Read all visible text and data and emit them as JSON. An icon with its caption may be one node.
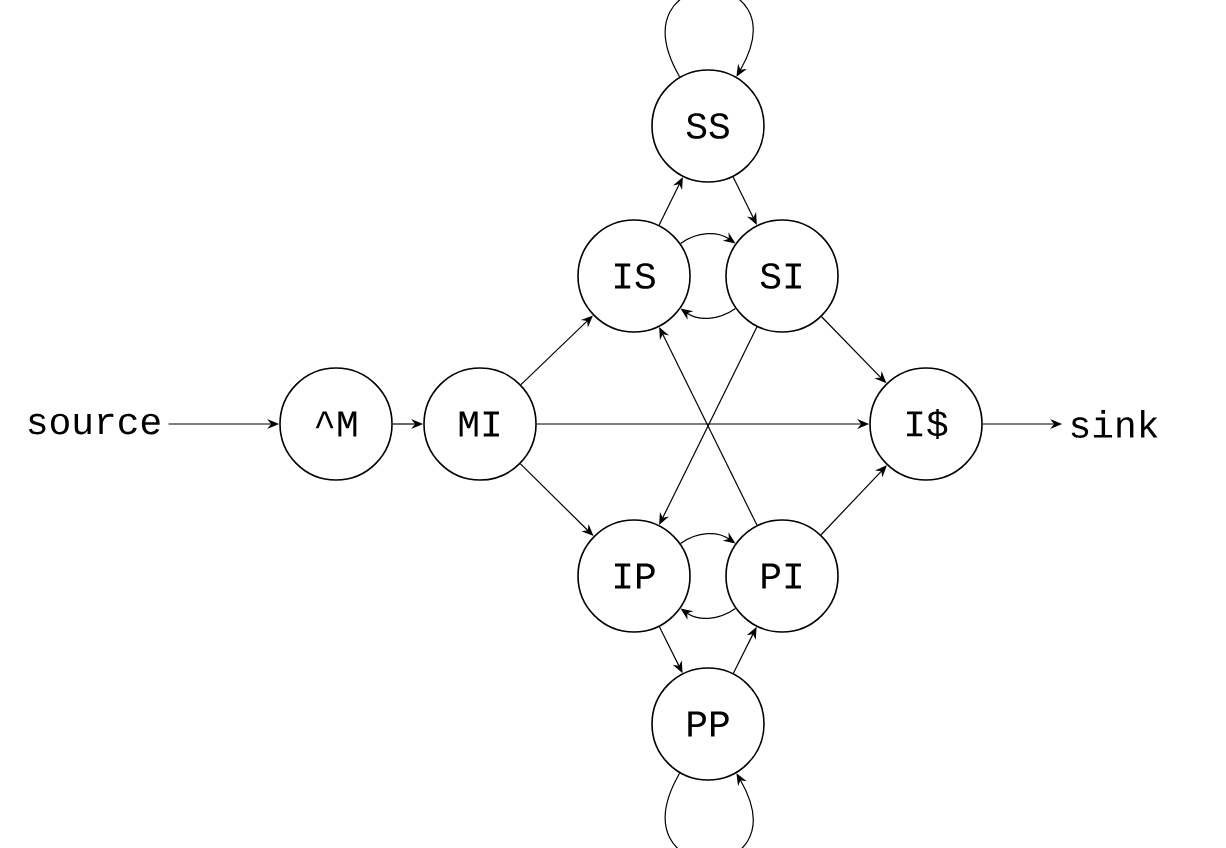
{
  "diagram": {
    "nodes": [
      {
        "text": [
          "source"
        ]
      },
      {
        "text": [
          "^M"
        ]
      },
      {
        "text": [
          "MI"
        ]
      },
      {
        "text": [
          "SS"
        ]
      },
      {
        "text": [
          "IS"
        ]
      },
      {
        "text": [
          "SI"
        ]
      },
      {
        "text": [
          "I$"
        ]
      },
      {
        "text": [
          "IP"
        ]
      },
      {
        "text": [
          "PI"
        ]
      },
      {
        "text": [
          "PP"
        ]
      },
      {
        "text": [
          "sink"
        ]
      }
    ],
    "edges": [
      {
        "from": 0,
        "to": 1,
        "arrow": "to"
      },
      {
        "from": 1,
        "to": 2,
        "arrow": "to"
      },
      {
        "from": 3,
        "to": 3,
        "arrow": "to"
      },
      {
        "from": 4,
        "to": 3,
        "arrow": "to"
      },
      {
        "from": 3,
        "to": 5,
        "arrow": "to"
      },
      {
        "from": 4,
        "to": 5,
        "arrow": "to"
      },
      {
        "from": 5,
        "to": 4,
        "arrow": "to"
      },
      {
        "from": 2,
        "to": 4,
        "arrow": "to"
      },
      {
        "from": 2,
        "to": 6,
        "arrow": "to"
      },
      {
        "from": 2,
        "to": 7,
        "arrow": "to"
      },
      {
        "from": 5,
        "to": 6,
        "arrow": "to"
      },
      {
        "from": 5,
        "to": 7,
        "arrow": "to"
      },
      {
        "from": 8,
        "to": 4,
        "arrow": "to"
      },
      {
        "from": 7,
        "to": 8,
        "arrow": "to"
      },
      {
        "from": 8,
        "to": 7,
        "arrow": "to"
      },
      {
        "from": 8,
        "to": 6,
        "arrow": "to"
      },
      {
        "from": 7,
        "to": 9,
        "arrow": "to"
      },
      {
        "from": 9,
        "to": 8,
        "arrow": "to"
      },
      {
        "from": 9,
        "to": 9,
        "arrow": "to"
      },
      {
        "from": 6,
        "to": 10,
        "arrow": "to"
      }
    ]
  }
}
